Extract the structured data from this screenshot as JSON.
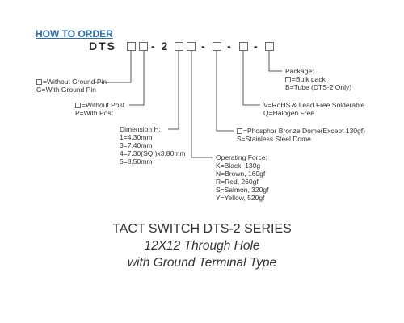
{
  "header": {
    "how_to_order": "HOW TO ORDER"
  },
  "code": {
    "prefix": "DTS",
    "dash_two": "- 2",
    "dash": "-"
  },
  "options": {
    "ground_pin": {
      "line1": "=Without Ground Pin",
      "line2": "G=With Ground Pin"
    },
    "post": {
      "line1": "=Without Post",
      "line2": "P=With Post"
    },
    "dimension": {
      "title": "Dimension H:",
      "items": [
        "1=4.30mm",
        "3=7.40mm",
        "4=7.30(SQ.)x3.80mm",
        "5=8.50mm"
      ]
    },
    "operating_force": {
      "title": "Operating Force:",
      "items": [
        "K=Black, 130g",
        "N=Brown, 160gf",
        "R=Red, 260gf",
        "S=Salmon, 320gf",
        "Y=Yellow, 520gf"
      ]
    },
    "dome": {
      "line1": "=Phosphor Bronze Dome(Except 130gf)",
      "line2": "S=Stainless Steel Dome"
    },
    "rohs": {
      "line1": "V=RoHS & Lead Free Solderable",
      "line2": "Q=Halogen Free"
    },
    "package": {
      "title": "Package:",
      "line1": "=Bulk pack",
      "line2": "B=Tube (DTS-2 Only)"
    }
  },
  "footer": {
    "title": "TACT SWITCH DTS-2 SERIES",
    "subtitle1": "12X12 Through Hole",
    "subtitle2": "with Ground Terminal Type"
  }
}
